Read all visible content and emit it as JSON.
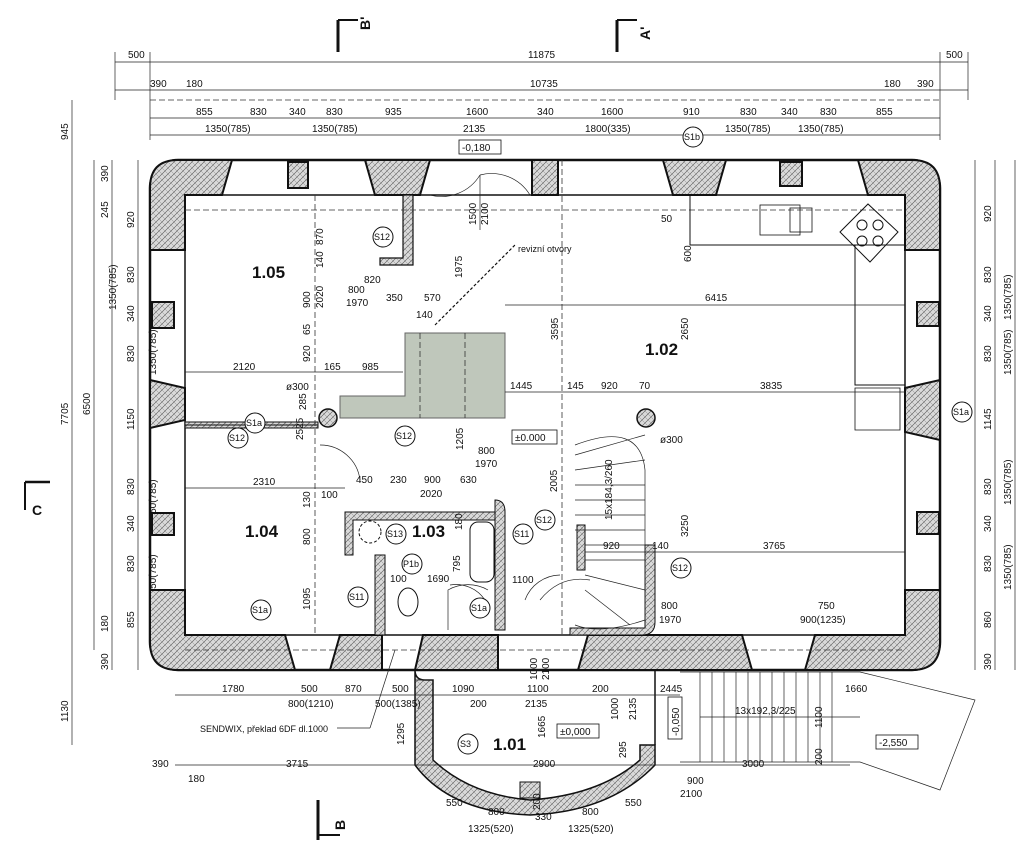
{
  "rooms": [
    {
      "id": "r105",
      "label": "1.05"
    },
    {
      "id": "r102",
      "label": "1.02"
    },
    {
      "id": "r104",
      "label": "1.04"
    },
    {
      "id": "r103",
      "label": "1.03"
    },
    {
      "id": "r101",
      "label": "1.01"
    }
  ],
  "sections": {
    "b_top": "B'",
    "a_top": "A'",
    "c_left": "C",
    "b_bottom": "B"
  },
  "levels": {
    "top": "-0,180",
    "main": "±0.000",
    "stair": "±0,000",
    "step": "-0,050",
    "outside": "-2,550"
  },
  "notes": {
    "revision": "revizní otvory",
    "lintel": "SENDWIX, překlad 6DF dl.1000"
  },
  "dims_top_row1": [
    "500",
    "11875",
    "500"
  ],
  "dims_top_row2": [
    "390",
    "180",
    "10735",
    "180",
    "390"
  ],
  "dims_top_row3": [
    "855",
    "830",
    "340",
    "830",
    "935",
    "1600",
    "340",
    "1600",
    "910",
    "830",
    "340",
    "830",
    "855"
  ],
  "dims_top_row4": [
    "1350(785)",
    "1350(785)",
    "2135",
    "1800(335)",
    "1350(785)",
    "1350(785)"
  ],
  "dims_left_outer": [
    "945",
    "7705",
    "1130"
  ],
  "dims_left_mid": [
    "6500"
  ],
  "dims_left_inner": [
    "390",
    "245",
    "920",
    "830",
    "340",
    "830",
    "1150",
    "830",
    "340",
    "830",
    "855",
    "180",
    "390"
  ],
  "dims_left_inner2": [
    "1350(785)",
    "1350(785)",
    "1350(785)",
    "1350(785)"
  ],
  "dims_right": [
    "920",
    "830",
    "340",
    "830",
    "1145",
    "830",
    "340",
    "830",
    "860",
    "390"
  ],
  "dims_right2": [
    "1350(785)",
    "1350(785)",
    "1350(785)",
    "1350(785)"
  ],
  "dims_bottom_row1": [
    "1780",
    "500",
    "870",
    "500",
    "1090",
    "1100",
    "200",
    "2445",
    "1660"
  ],
  "dims_bottom_row2": [
    "800(1210)",
    "500(1385)",
    "200",
    "2135"
  ],
  "dims_bottom_row3": [
    "390",
    "180",
    "3715",
    "2900",
    "3000"
  ],
  "dims_bottom_arc": [
    "550",
    "800",
    "200",
    "800",
    "550"
  ],
  "dims_bottom_arc2": [
    "1325(520)",
    "330",
    "1325(520)"
  ],
  "dims_inner": [
    "2120",
    "165",
    "985",
    "1445",
    "145",
    "920",
    "70",
    "3835",
    "6415",
    "2310",
    "870",
    "140",
    "800",
    "1970",
    "350",
    "570",
    "140",
    "900",
    "2020",
    "1975",
    "3595",
    "2650",
    "1500",
    "2100",
    "800",
    "1970",
    "900",
    "2020",
    "630",
    "1205",
    "2005",
    "3250",
    "3765",
    "920",
    "140",
    "750",
    "900(1235)",
    "800",
    "1970",
    "1100",
    "1690",
    "795",
    "100",
    "1095",
    "800",
    "180",
    "130",
    "100",
    "450",
    "230",
    "1000",
    "2100",
    "1665",
    "1295",
    "295",
    "900",
    "2100",
    "200",
    "1000",
    "2135",
    "1100",
    "820",
    "2525",
    "285",
    "600",
    "50",
    "65",
    "920"
  ],
  "tags": [
    "S1a",
    "S1a",
    "S1a",
    "S1b",
    "S12",
    "S12",
    "S12",
    "S12",
    "S12",
    "S13",
    "S11",
    "S11",
    "S3",
    "P1b",
    "S1a"
  ],
  "circles": [
    "ø300",
    "ø300"
  ],
  "stairs": {
    "inner": "15x184,3/260",
    "outer": "13x192,3/225"
  }
}
